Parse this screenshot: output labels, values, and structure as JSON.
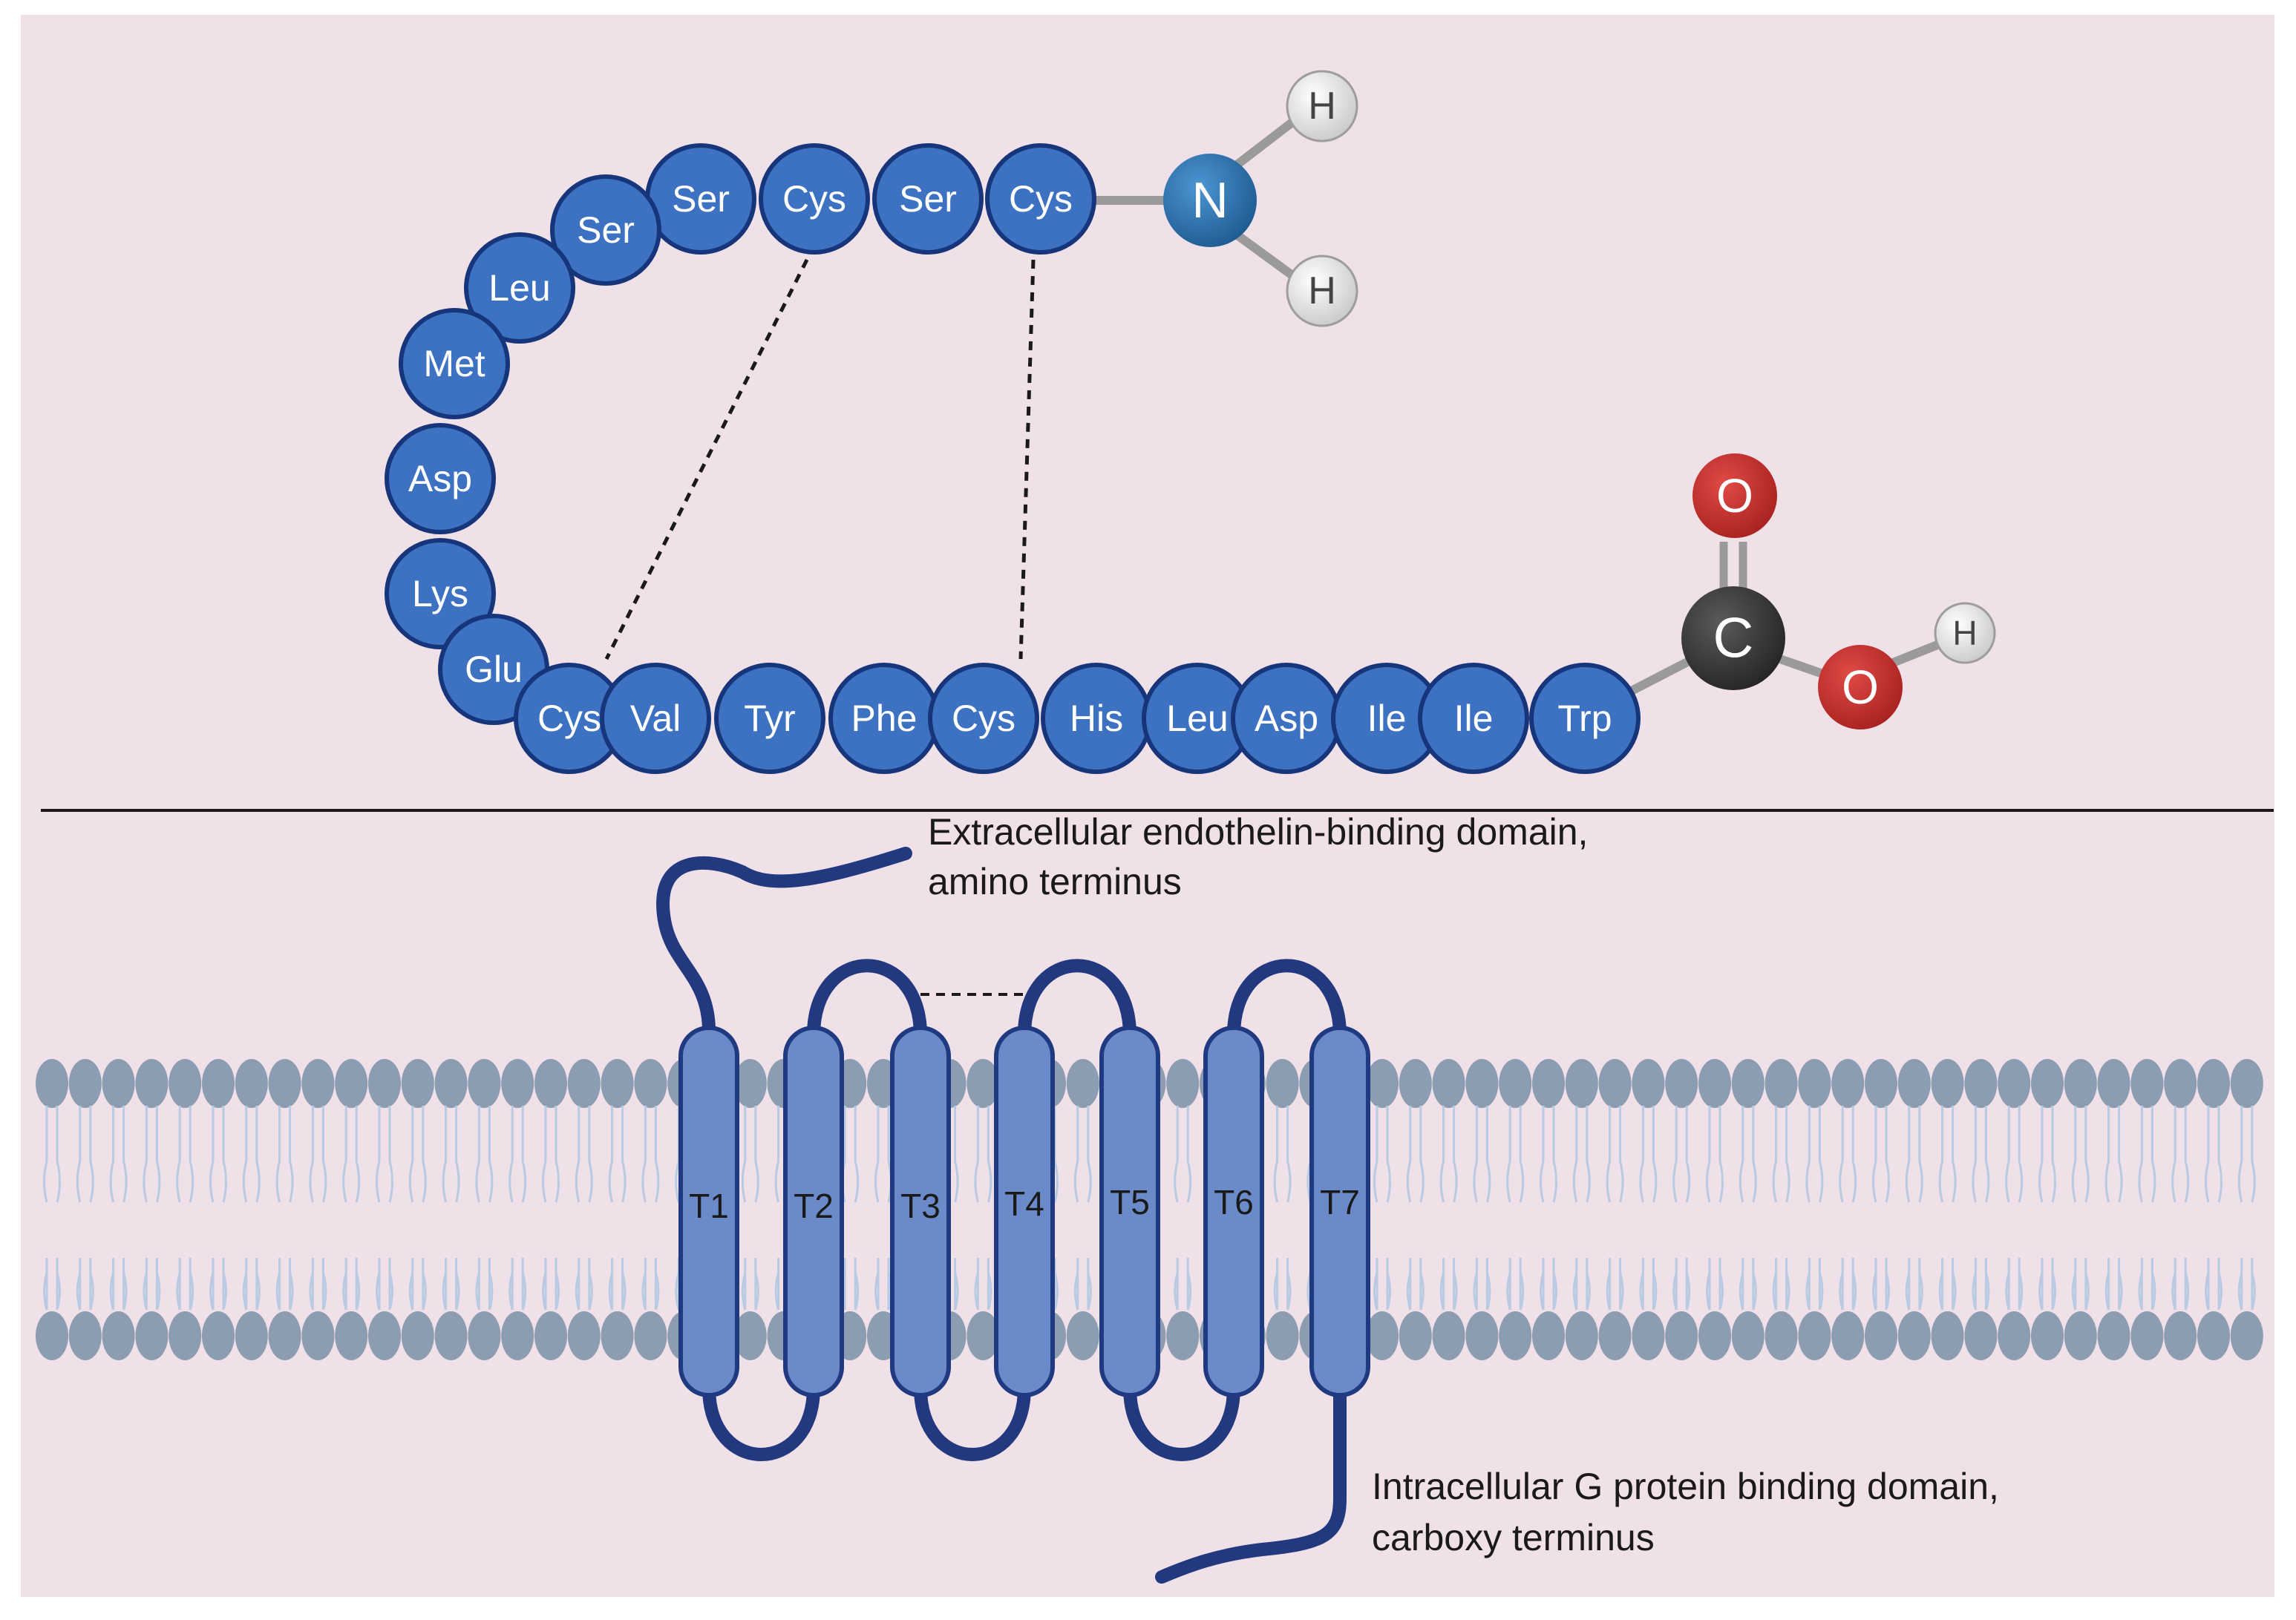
{
  "peptide": {
    "residues": [
      "Cys",
      "Ser",
      "Cys",
      "Ser",
      "Ser",
      "Leu",
      "Met",
      "Asp",
      "Lys",
      "Glu",
      "Cys",
      "Val",
      "Tyr",
      "Phe",
      "Cys",
      "His",
      "Leu",
      "Asp",
      "Ile",
      "Ile",
      "Trp"
    ],
    "disulfide_bonds": [
      [
        0,
        14
      ],
      [
        2,
        10
      ]
    ]
  },
  "amino_group": {
    "nitrogen": "N",
    "hydrogens": [
      "H",
      "H"
    ]
  },
  "carboxyl_group": {
    "carbon": "C",
    "oxygen_double": "O",
    "oxygen_hydroxyl": "O",
    "hydrogen": "H"
  },
  "receptor": {
    "helices": [
      "T1",
      "T2",
      "T3",
      "T4",
      "T5",
      "T6",
      "T7"
    ],
    "extracellular_caption": [
      "Extracellular endothelin-binding domain,",
      "amino terminus"
    ],
    "intracellular_caption": [
      "Intracellular G protein binding domain,",
      "carboxy terminus"
    ]
  },
  "colors": {
    "background": "#f0e0e8",
    "residue_fill": "#3d72c2",
    "residue_stroke": "#16357a",
    "nitrogen": "#2f78b4",
    "carbon": "#3a3a3a",
    "oxygen": "#c8302e",
    "hydrogen": "#e2e2e2",
    "helix_fill": "#6a8ac9",
    "helix_stroke": "#1f3a80",
    "backbone": "#22397f",
    "lipid_head": "#8c9db2",
    "lipid_tail": "#b9cbe2"
  }
}
